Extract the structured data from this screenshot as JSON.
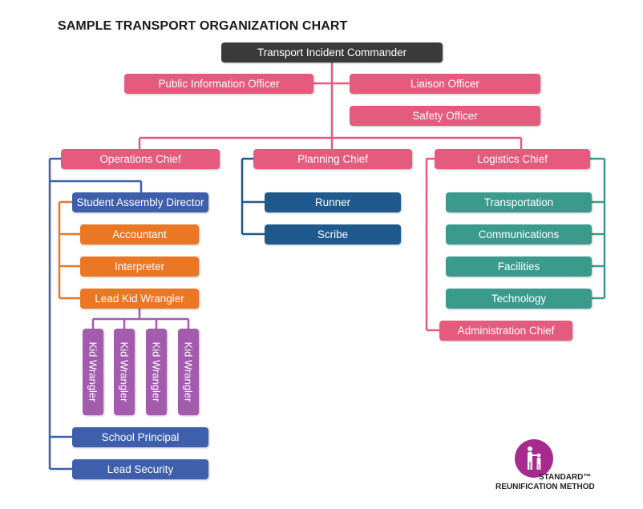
{
  "title": "SAMPLE TRANSPORT ORGANIZATION CHART",
  "colors": {
    "commander": "#3a3a3a",
    "command_staff": "#e45b7e",
    "planning": "#1e5a8e",
    "logistics": "#3a9a8c",
    "assembly_team": "#e97724",
    "operations": "#3d5fac",
    "wranglers": "#a35bae",
    "connector_gray": "#555555"
  },
  "nodes": {
    "commander": "Transport Incident Commander",
    "pio": "Public Information Officer",
    "liaison": "Liaison Officer",
    "safety": "Safety Officer",
    "operations_chief": "Operations Chief",
    "planning_chief": "Planning Chief",
    "logistics_chief": "Logistics Chief",
    "student_assembly_director": "Student Assembly Director",
    "accountant": "Accountant",
    "interpreter": "Interpreter",
    "lead_kid_wrangler": "Lead Kid Wrangler",
    "kid_wranglers": [
      "Kid Wrangler",
      "Kid Wrangler",
      "Kid Wrangler",
      "Kid Wrangler"
    ],
    "school_principal": "School Principal",
    "lead_security": "Lead Security",
    "runner": "Runner",
    "scribe": "Scribe",
    "transportation": "Transportation",
    "communications": "Communications",
    "facilities": "Facilities",
    "technology": "Technology",
    "administration_chief": "Administration Chief"
  },
  "logo": {
    "icon": "parent-child-icon",
    "line1": "STANDARD™",
    "line2": "REUNIFICATION METHOD"
  }
}
